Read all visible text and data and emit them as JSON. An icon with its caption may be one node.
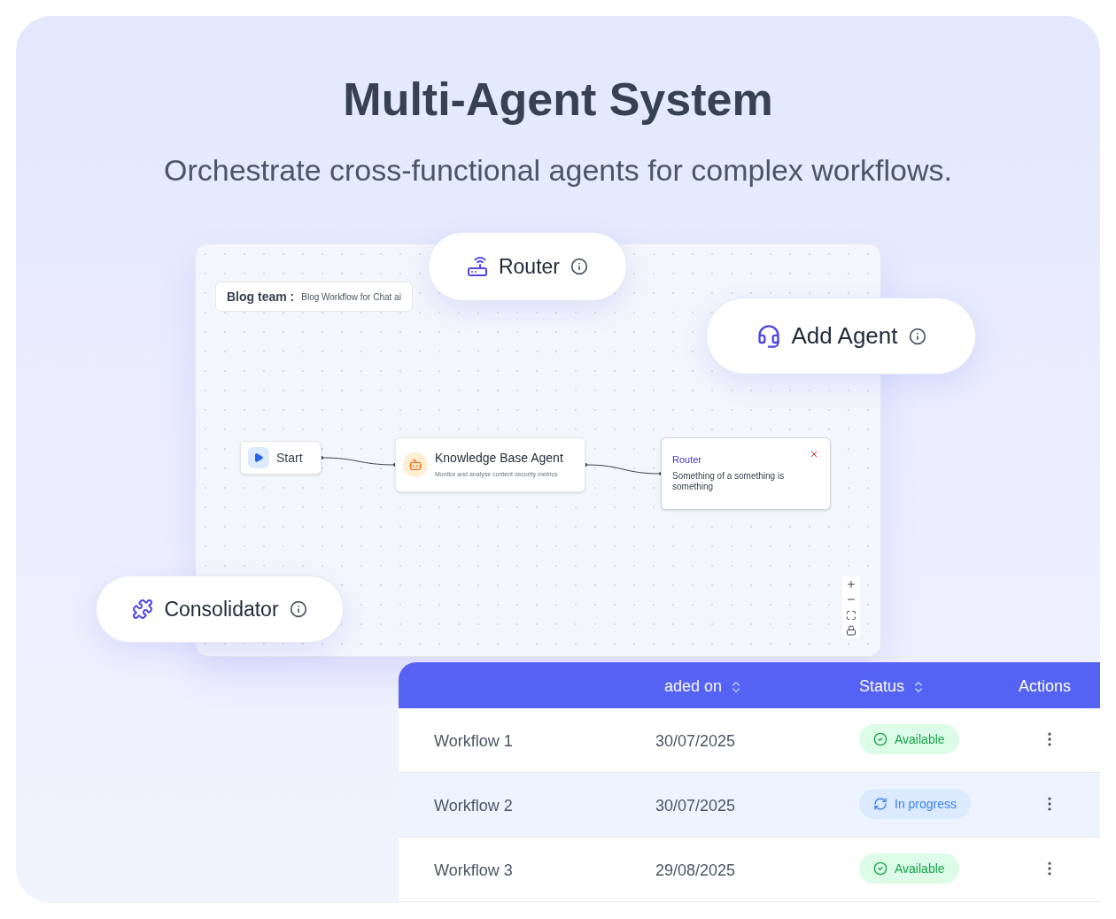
{
  "diagram": {
    "title": "Multi-Agent System",
    "caption": "Orchestrate cross-functional agents for complex workflows.",
    "nodes": [
      {
        "text": [
          "Router"
        ]
      },
      {
        "text": [
          "Add Agent"
        ]
      },
      {
        "text": [],
        "shape": "box"
      },
      {
        "text": [
          "Start"
        ],
        "in": 2
      },
      {
        "text": [
          "Knowledge Base Agent",
          "Monitor and analyse content security metrics"
        ],
        "in": 2
      },
      {
        "text": [
          "Router",
          "Something of a something is something"
        ],
        "in": 2
      },
      {
        "text": [
          "Consolidator"
        ]
      }
    ],
    "edges": [
      {
        "from": 3,
        "to": 4,
        "arrow": "other"
      },
      {
        "from": 4,
        "to": 5,
        "arrow": "other"
      }
    ],
    "labels": [
      "Blog team :",
      "Blog Workflow for Chat ai",
      "aded on",
      "Status",
      "Actions",
      "Workflow 1",
      "30/07/2025",
      "Available",
      "Workflow 2",
      "30/07/2025",
      "In progress",
      "Workflow 3",
      "29/08/2025",
      "Available"
    ]
  }
}
